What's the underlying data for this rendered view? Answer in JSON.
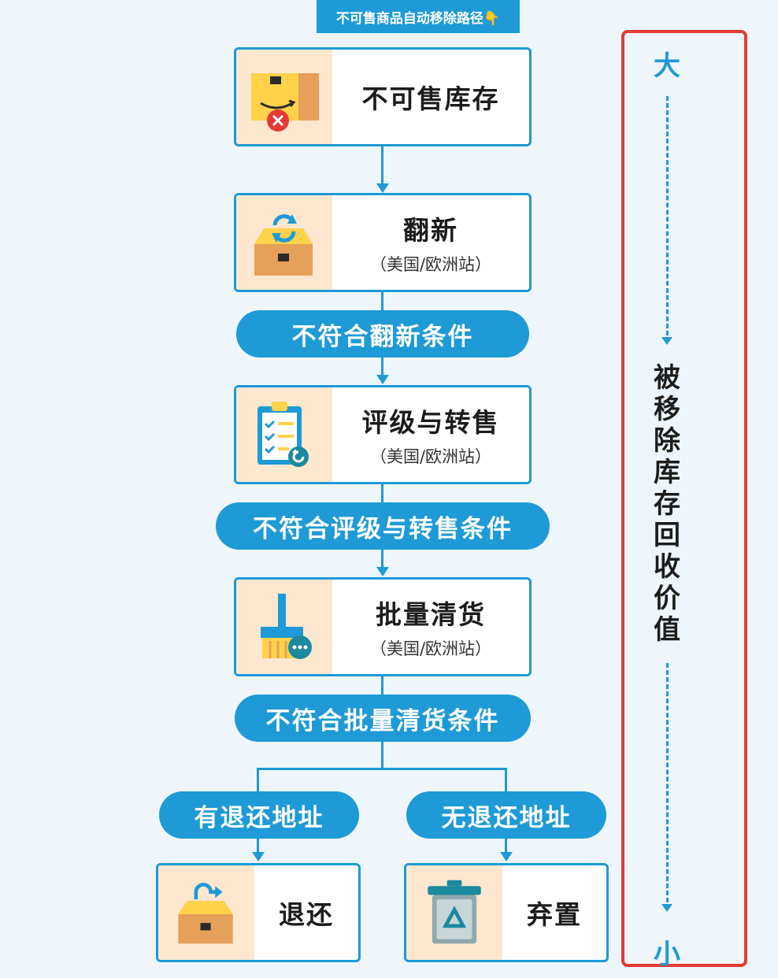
{
  "title": "不可售商品自动移除路径👇",
  "nodes": {
    "unsellable": {
      "label": "不可售库存",
      "icon": "amazon-box-x-icon"
    },
    "refurbish": {
      "label": "翻新",
      "sub": "（美国/欧洲站）",
      "icon": "refresh-box-icon"
    },
    "grade_resell": {
      "label": "评级与转售",
      "sub": "（美国/欧洲站）",
      "icon": "clipboard-check-icon"
    },
    "liquidation": {
      "label": "批量清货",
      "sub": "（美国/欧洲站）",
      "icon": "broom-icon"
    },
    "return": {
      "label": "退还",
      "icon": "return-box-icon"
    },
    "dispose": {
      "label": "弃置",
      "icon": "trash-can-icon"
    }
  },
  "conditions": {
    "not_refurbish": "不符合翻新条件",
    "not_grade_resell": "不符合评级与转售条件",
    "not_liquidation": "不符合批量清货条件",
    "has_return_address": "有退还地址",
    "no_return_address": "无退还地址"
  },
  "value_scale": {
    "top": "大",
    "label_chars": [
      "被",
      "移",
      "除",
      "库",
      "存",
      "回",
      "收",
      "价",
      "值"
    ],
    "bottom": "小"
  },
  "colors": {
    "primary": "#1e9ad6",
    "icon_bg": "#fde7cf",
    "highlight": "#e53935"
  }
}
